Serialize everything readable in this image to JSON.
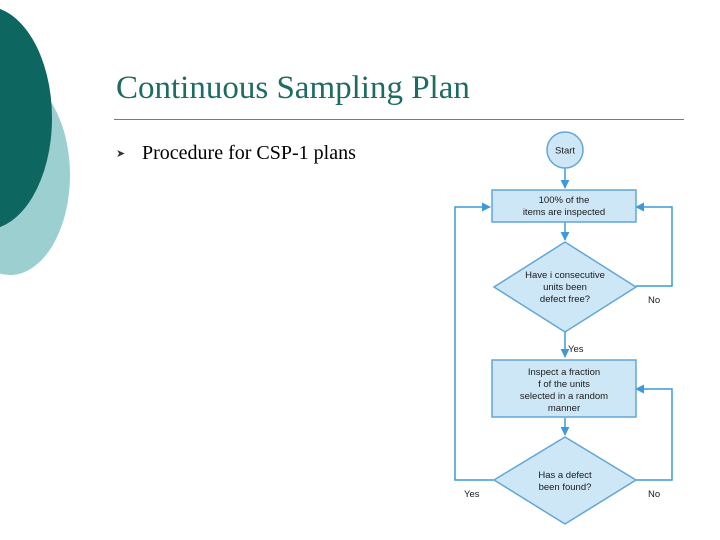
{
  "slide": {
    "title": "Continuous Sampling Plan",
    "bullet": "Procedure for CSP-1 plans"
  },
  "colors": {
    "title": "#1e6b62",
    "decoration_dark": "#0e6660",
    "decoration_light": "#9ccfcf",
    "node_fill": "#cde7f6",
    "node_stroke": "#62a6d6",
    "arrow": "#3d9ad8"
  },
  "flowchart": {
    "start": "Start",
    "inspect_all": [
      "100% of the",
      "items are inspected"
    ],
    "decision_consecutive": [
      "Have i consecutive",
      "units been",
      "defect free?"
    ],
    "decision_consecutive_no": "No",
    "decision_consecutive_yes": "Yes",
    "inspect_fraction": [
      "Inspect a fraction",
      "f of the units",
      "selected in a random",
      "manner"
    ],
    "decision_defect": [
      "Has a defect",
      "been found?"
    ],
    "decision_defect_yes": "Yes",
    "decision_defect_no": "No"
  }
}
